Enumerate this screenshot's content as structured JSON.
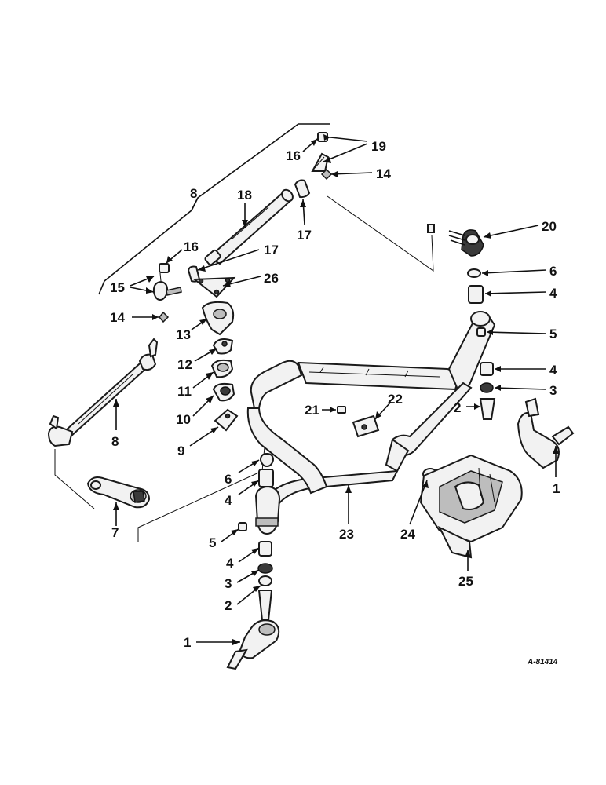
{
  "diagram": {
    "reference_code": "A-81414",
    "callouts": [
      {
        "id": "c16a",
        "label": "16"
      },
      {
        "id": "c19",
        "label": "19"
      },
      {
        "id": "c14a",
        "label": "14"
      },
      {
        "id": "c8a",
        "label": "8"
      },
      {
        "id": "c18",
        "label": "18"
      },
      {
        "id": "c17a",
        "label": "17"
      },
      {
        "id": "c20",
        "label": "20"
      },
      {
        "id": "c16b",
        "label": "16"
      },
      {
        "id": "c17b",
        "label": "17"
      },
      {
        "id": "c15",
        "label": "15"
      },
      {
        "id": "c26",
        "label": "26"
      },
      {
        "id": "c6a",
        "label": "6"
      },
      {
        "id": "c4a",
        "label": "4"
      },
      {
        "id": "c14b",
        "label": "14"
      },
      {
        "id": "c13",
        "label": "13"
      },
      {
        "id": "c5a",
        "label": "5"
      },
      {
        "id": "c12",
        "label": "12"
      },
      {
        "id": "c4b",
        "label": "4"
      },
      {
        "id": "c11",
        "label": "11"
      },
      {
        "id": "c3a",
        "label": "3"
      },
      {
        "id": "c22",
        "label": "22"
      },
      {
        "id": "c21",
        "label": "21"
      },
      {
        "id": "c2a",
        "label": "2"
      },
      {
        "id": "c10",
        "label": "10"
      },
      {
        "id": "c8b",
        "label": "8"
      },
      {
        "id": "c9",
        "label": "9"
      },
      {
        "id": "c6b",
        "label": "6"
      },
      {
        "id": "c4c",
        "label": "4"
      },
      {
        "id": "c1a",
        "label": "1"
      },
      {
        "id": "c7",
        "label": "7"
      },
      {
        "id": "c5b",
        "label": "5"
      },
      {
        "id": "c23",
        "label": "23"
      },
      {
        "id": "c24",
        "label": "24"
      },
      {
        "id": "c4d",
        "label": "4"
      },
      {
        "id": "c3b",
        "label": "3"
      },
      {
        "id": "c25",
        "label": "25"
      },
      {
        "id": "c2b",
        "label": "2"
      },
      {
        "id": "c1b",
        "label": "1"
      }
    ]
  }
}
